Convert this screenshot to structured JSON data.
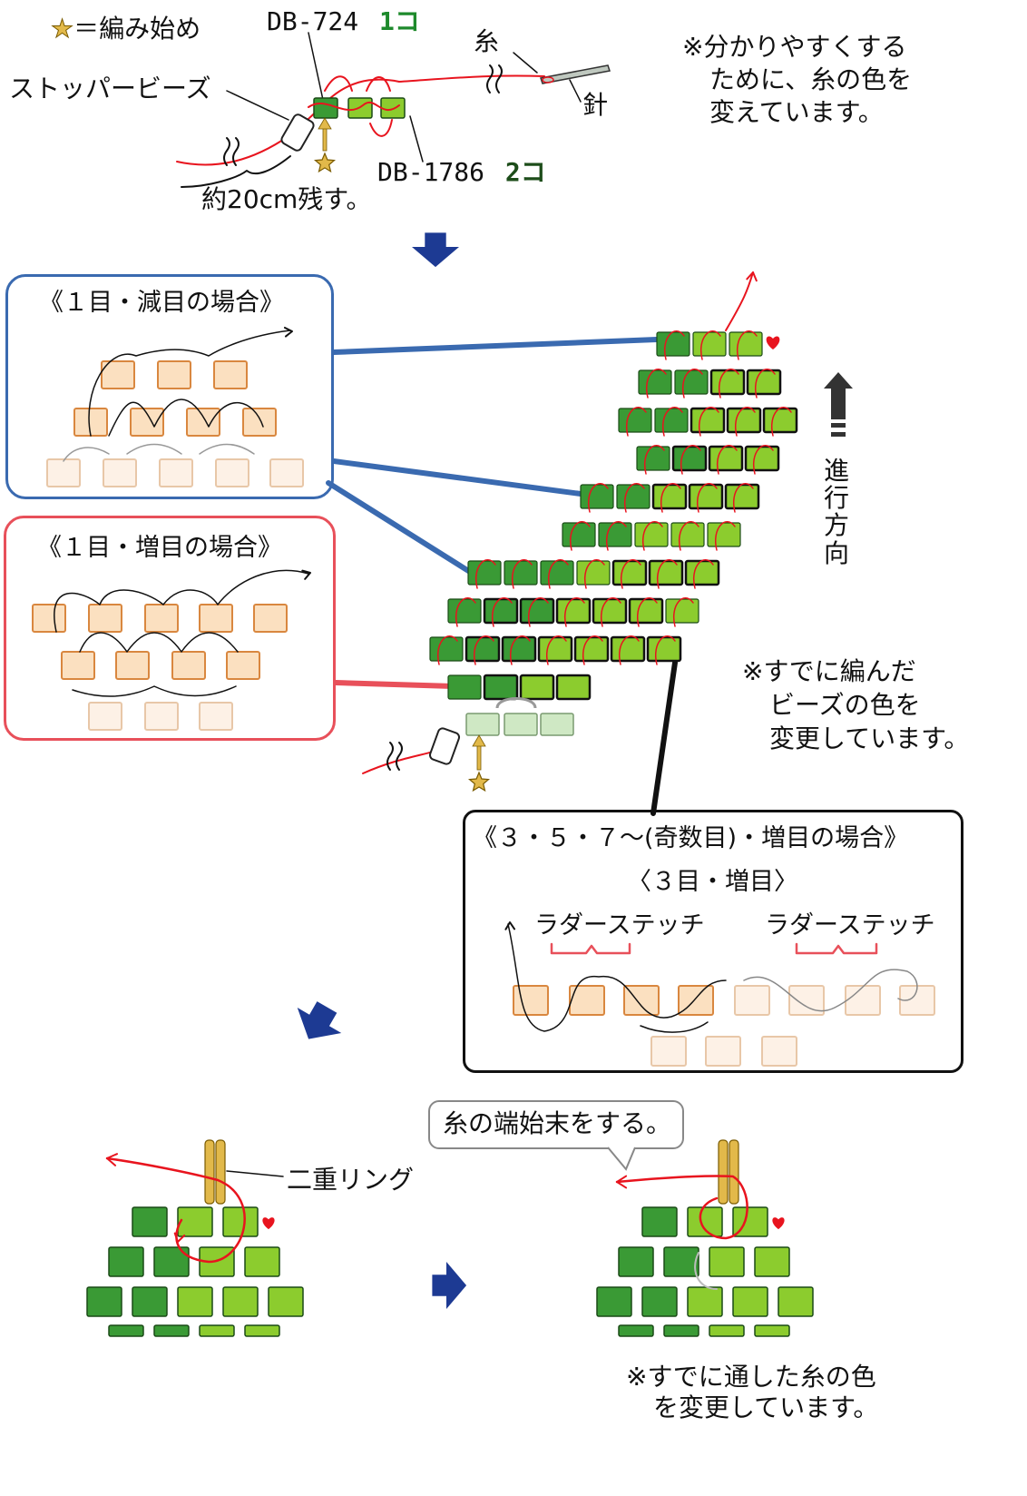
{
  "header": {
    "legend_star": "★",
    "legend_text": "＝編み始め",
    "stopper_label": "ストッパービーズ",
    "thread_label": "糸",
    "needle_label": "針",
    "tail_label": "約20cm残す。",
    "bead1_code": "DB-724",
    "bead1_count": "1コ",
    "bead2_code": "DB-1786",
    "bead2_count": "2コ",
    "note_lines": [
      "※分かりやすくする",
      "ために、糸の色を",
      "変えています。"
    ]
  },
  "panels": {
    "decrease": {
      "title": "《１目・減目の場合》",
      "border_color": "#3a6ab0"
    },
    "increase": {
      "title": "《１目・増目の場合》",
      "border_color": "#e8505a"
    },
    "odd": {
      "title": "《３・５・７～(奇数目)・増目の場合》",
      "subtitle": "〈３目・増目〉",
      "ladder_left": "ラダーステッチ",
      "ladder_right": "ラダーステッチ",
      "border_color": "#111111"
    }
  },
  "main": {
    "direction_label": "進行方向",
    "recolor_note_lines": [
      "※すでに編んだ",
      "ビーズの色を",
      "変更しています。"
    ]
  },
  "finish": {
    "ring_label": "二重リング",
    "callout": "糸の端始末をする。",
    "bottom_note_lines": [
      "※すでに通した糸の色",
      "を変更しています。"
    ]
  },
  "colors": {
    "bead_dark": "#3a9a35",
    "bead_light": "#8ccc2e",
    "bead_pale": "#cfe8c4",
    "peach": "#fbe0c0",
    "peach_border": "#d9873f",
    "thread": "#e8141e",
    "arrow_blue": "#1d3a93",
    "gold": "#e2b94a",
    "count_green": "#1e8a2c",
    "count_dark": "#1d4d1a"
  },
  "icons": {
    "heart": "heart-icon",
    "star": "star-icon",
    "needle": "needle-icon",
    "stopper": "stopper-bead-icon",
    "arrow": "arrow-icon"
  }
}
